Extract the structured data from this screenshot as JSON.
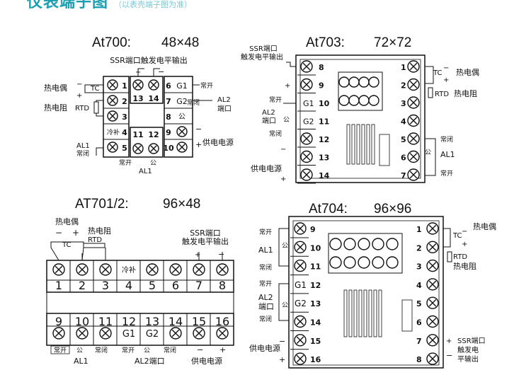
{
  "header": {
    "title": "仪表端子图",
    "subtitle": "（以表壳端子图为准）",
    "accent": "#1a9fb0"
  },
  "models": {
    "at700": {
      "name": "At700:",
      "size": "48×48"
    },
    "at703": {
      "name": "At703:",
      "size": "72×72"
    },
    "at701": {
      "name": "AT701/2:",
      "size": "96×48"
    },
    "at704": {
      "name": "At704:",
      "size": "96×96"
    }
  },
  "labels": {
    "ssr_out": "SSR端口触发电平输出",
    "ssr_port": "SSR端口",
    "trig_level": "触发电平输出",
    "trig_a": "触发电",
    "trig_b": "平输出",
    "thermocouple": "热电偶",
    "rtd_name": "热电阻",
    "tc": "TC",
    "rtd": "RTD",
    "no": "常开",
    "nc": "常闭",
    "com": "公",
    "al1": "AL1",
    "al2": "AL2",
    "port": "端口",
    "al2port": "AL2端口",
    "power": "供电电源",
    "cj": "冷补",
    "g1": "G1",
    "g2": "G2",
    "plus": "+",
    "minus": "−"
  },
  "at700_numbers": [
    "1",
    "2",
    "3",
    "4",
    "5",
    "13",
    "14",
    "11",
    "12",
    "6",
    "7",
    "8",
    "9",
    "10"
  ],
  "at703_left": [
    "8",
    "9",
    "10",
    "11",
    "12",
    "13",
    "14"
  ],
  "at703_right": [
    "1",
    "2",
    "3",
    "4",
    "5",
    "6",
    "7"
  ],
  "at701_top": [
    "1",
    "2",
    "3",
    "4",
    "5",
    "6",
    "7",
    "8"
  ],
  "at701_bottom": [
    "9",
    "10",
    "11",
    "12",
    "13",
    "14",
    "15",
    "16"
  ],
  "at704_left": [
    "9",
    "10",
    "11",
    "12",
    "13",
    "14",
    "15",
    "16"
  ],
  "at704_right": [
    "1",
    "2",
    "3",
    "4",
    "5",
    "6",
    "7",
    "8"
  ]
}
